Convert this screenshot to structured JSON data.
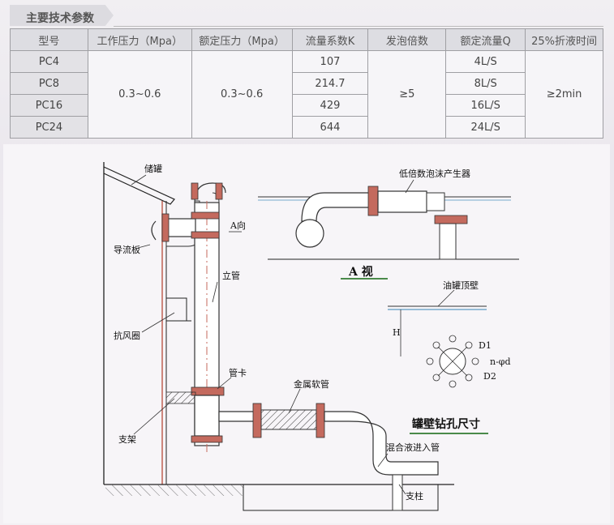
{
  "header": {
    "title": "主要技术参数"
  },
  "table": {
    "columns": [
      "型号",
      "工作压力（Mpa）",
      "额定压力（Mpa）",
      "流量系数K",
      "发泡倍数",
      "额定流量Q",
      "25%折液时间"
    ],
    "models": [
      "PC4",
      "PC8",
      "PC16",
      "PC24"
    ],
    "working_pressure": "0.3~0.6",
    "rated_pressure": "0.3~0.6",
    "flow_coefficient": [
      "107",
      "214.7",
      "429",
      "644"
    ],
    "expansion_ratio": "≥5",
    "rated_flow": [
      "4L/S",
      "8L/S",
      "16L/S",
      "24L/S"
    ],
    "drainage_time": "≥2min"
  },
  "diagram": {
    "labels": {
      "tank": "储罐",
      "deflector": "导流板",
      "wind_ring": "抗风圈",
      "bracket": "支架",
      "riser": "立管",
      "pipe_clamp": "管卡",
      "metal_hose": "金属软管",
      "mixture_inlet": "混合液进入管",
      "pillar": "支柱",
      "a_direction": "A向",
      "generator": "低倍数泡沫产生器",
      "a_view": "A 视",
      "tank_top_wall": "油罐顶壁",
      "drill_hole_title": "罐壁钻孔尺寸",
      "h_mark": "H",
      "d1": "D1",
      "d2": "D2",
      "n_phi_d": "n-φd"
    }
  }
}
